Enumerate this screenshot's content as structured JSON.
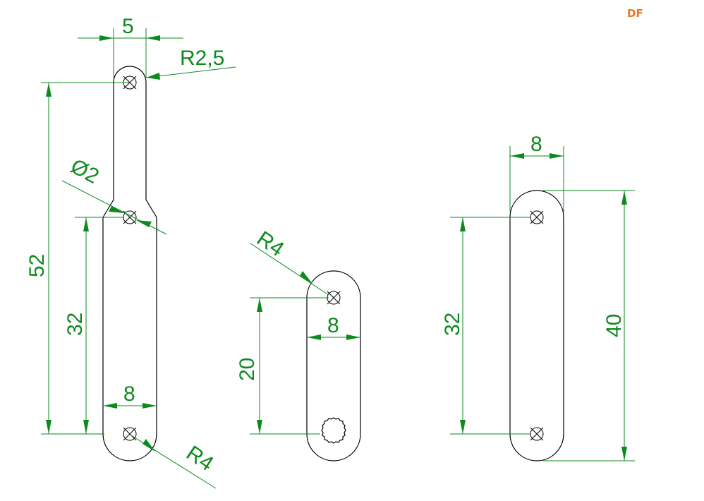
{
  "logo": {
    "text": "DF",
    "color": "#e8782c"
  },
  "colors": {
    "outline": "#000000",
    "dimension": "#0c8a1e"
  },
  "parts": {
    "long_link": {
      "top_width": "5",
      "top_radius": "R2,5",
      "hole_diameter": "Ø2",
      "overall_length": "52",
      "hole_spacing": "32",
      "bottom_width": "8",
      "bottom_radius": "R4"
    },
    "short_link": {
      "end_radius": "R4",
      "width": "8",
      "hole_spacing": "20"
    },
    "straight_link": {
      "width": "8",
      "hole_spacing": "32",
      "overall_length": "40"
    }
  }
}
